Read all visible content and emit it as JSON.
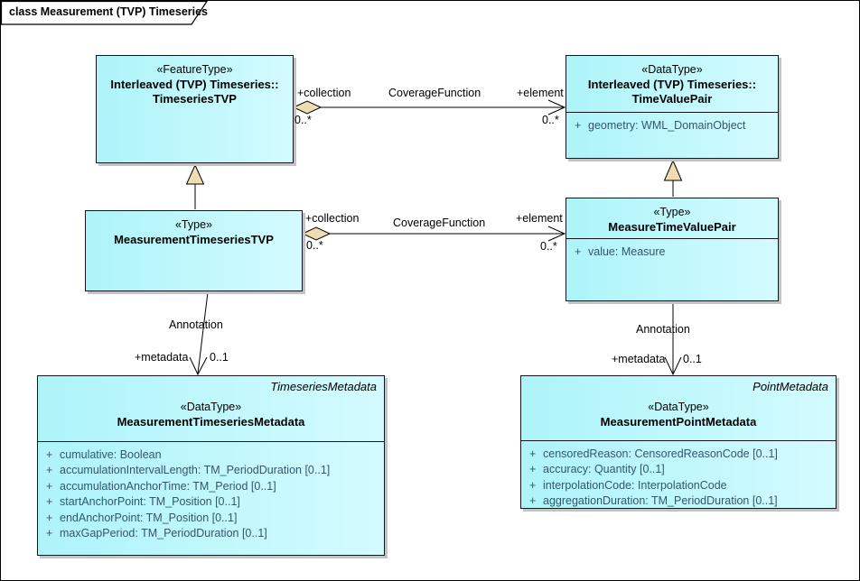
{
  "frame": {
    "title": "class Measurement (TVP) Timeseries"
  },
  "colors": {
    "box_fill_left": "#adf4f9",
    "box_fill_right": "#d3fbff",
    "box_border": "#14141e",
    "box_shadow": "#c3c3c3",
    "arrow_fill": "#f0dcb2",
    "attribute_text": "#33566b"
  },
  "classes": [
    {
      "id": "timeseries-tvp",
      "stereotype": "«FeatureType»",
      "name": "Interleaved (TVP) Timeseries::\nTimeseriesTVP",
      "attributes": []
    },
    {
      "id": "time-value-pair",
      "stereotype": "«DataType»",
      "name": "Interleaved (TVP) Timeseries::\nTimeValuePair",
      "attributes": [
        {
          "v": "+",
          "t": "geometry: WML_DomainObject"
        }
      ]
    },
    {
      "id": "measurement-timeseries-tvp",
      "stereotype": "«Type»",
      "name": "MeasurementTimeseriesTVP",
      "attributes": []
    },
    {
      "id": "measure-time-value-pair",
      "stereotype": "«Type»",
      "name": "MeasureTimeValuePair",
      "attributes": [
        {
          "v": "+",
          "t": "value: Measure"
        }
      ]
    },
    {
      "id": "measurement-timeseries-metadata",
      "tag": "TimeseriesMetadata",
      "stereotype": "«DataType»",
      "name": "MeasurementTimeseriesMetadata",
      "attributes": [
        {
          "v": "+",
          "t": "cumulative: Boolean"
        },
        {
          "v": "+",
          "t": "accumulationIntervalLength: TM_PeriodDuration [0..1]"
        },
        {
          "v": "+",
          "t": "accumulationAnchorTime: TM_Period [0..1]"
        },
        {
          "v": "+",
          "t": "startAnchorPoint: TM_Position [0..1]"
        },
        {
          "v": "+",
          "t": "endAnchorPoint: TM_Position [0..1]"
        },
        {
          "v": "+",
          "t": "maxGapPeriod: TM_PeriodDuration [0..1]"
        }
      ]
    },
    {
      "id": "measurement-point-metadata",
      "tag": "PointMetadata",
      "stereotype": "«DataType»",
      "name": "MeasurementPointMetadata",
      "attributes": [
        {
          "v": "+",
          "t": "censoredReason: CensoredReasonCode [0..1]"
        },
        {
          "v": "+",
          "t": "accuracy: Quantity [0..1]"
        },
        {
          "v": "+",
          "t": "interpolationCode: InterpolationCode"
        },
        {
          "v": "+",
          "t": "aggregationDuration: TM_PeriodDuration [0..1]"
        }
      ]
    }
  ],
  "connectors": {
    "top": {
      "name": "CoverageFunction",
      "source_role": "+collection",
      "source_mult": "0..*",
      "target_role": "+element",
      "target_mult": "0..*"
    },
    "mid": {
      "name": "CoverageFunction",
      "source_role": "+collection",
      "source_mult": "0..*",
      "target_role": "+element",
      "target_mult": "0..*"
    },
    "left_note": {
      "name": "Annotation",
      "role": "+metadata",
      "mult": "0..1"
    },
    "right_note": {
      "name": "Annotation",
      "role": "+metadata",
      "mult": "0..1"
    }
  }
}
